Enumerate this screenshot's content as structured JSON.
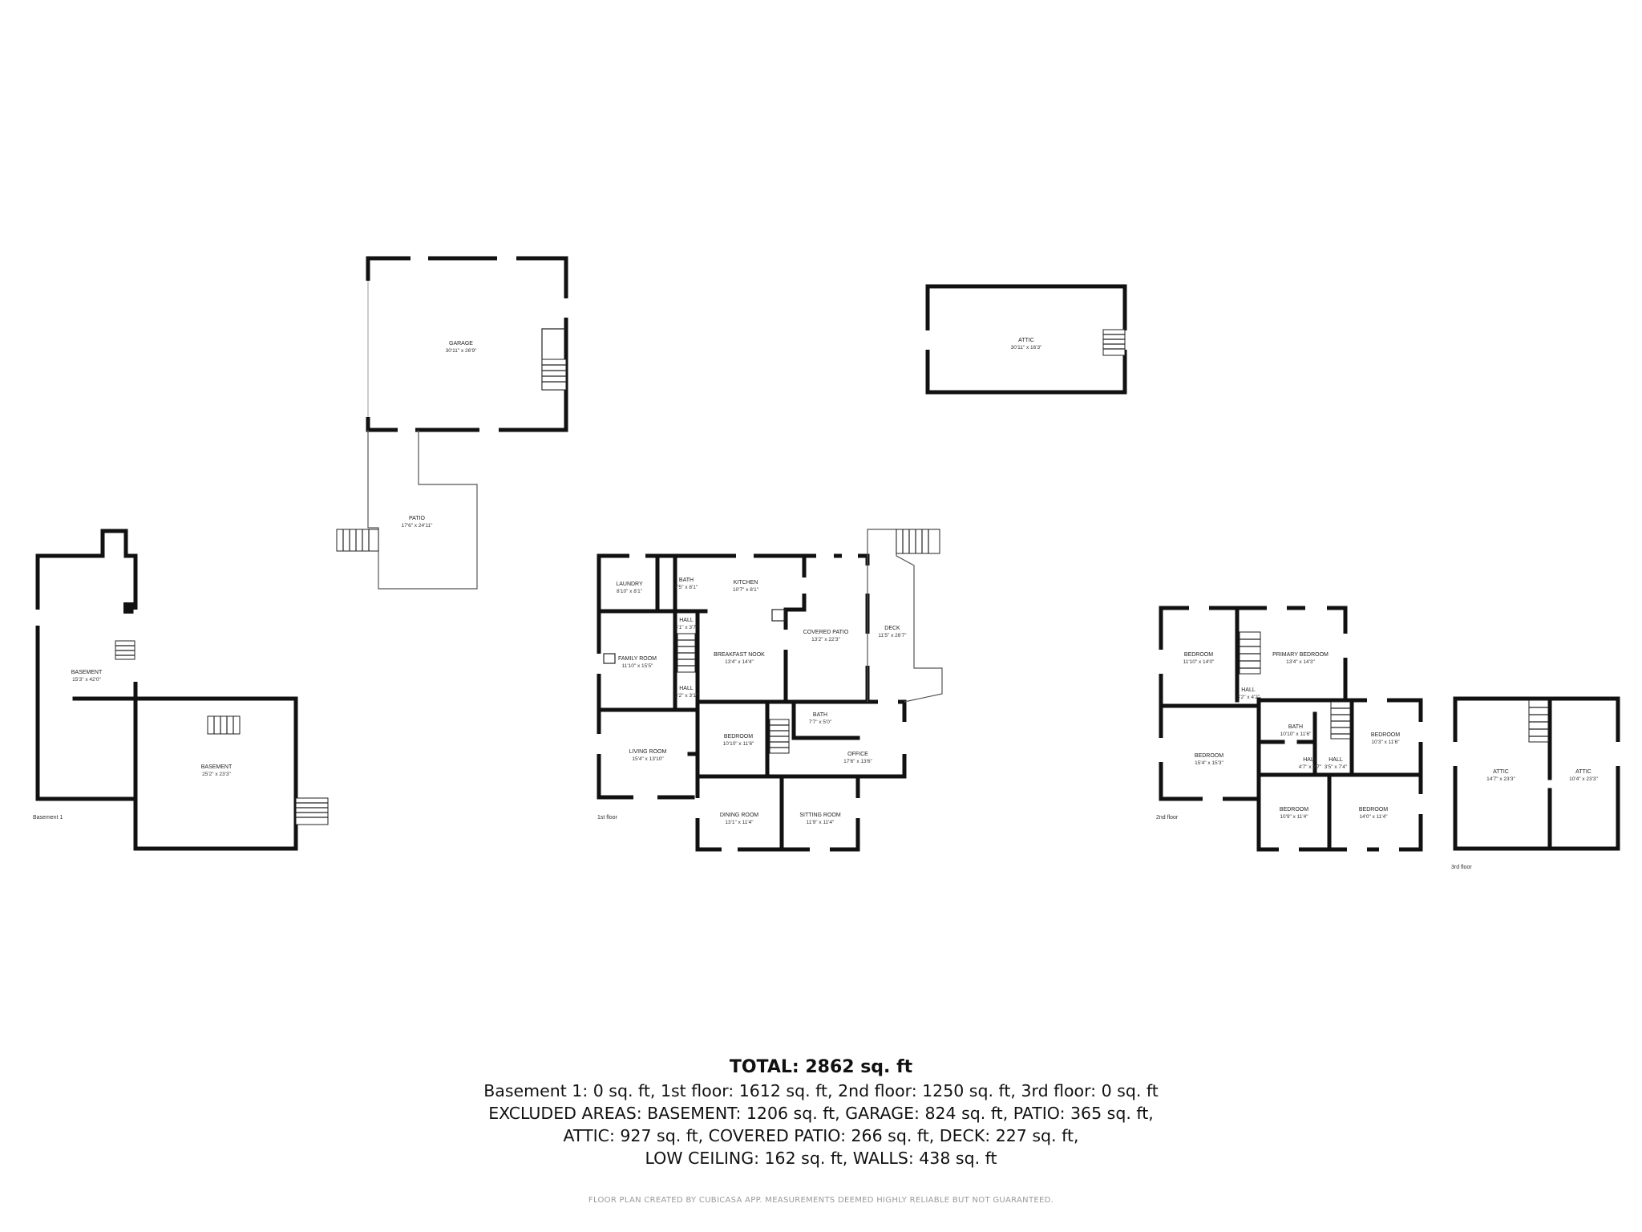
{
  "rooms": {
    "garage": {
      "name": "GARAGE",
      "dim": "30'11\" x 26'9\""
    },
    "patio": {
      "name": "PATIO",
      "dim": "17'6\" x 24'11\""
    },
    "attic_top": {
      "name": "ATTIC",
      "dim": "30'11\" x 16'3\""
    },
    "basement_left": {
      "name": "BASEMENT",
      "dim": "15'3\" x 42'0\""
    },
    "basement_right": {
      "name": "BASEMENT",
      "dim": "25'2\" x 23'3\""
    },
    "laundry": {
      "name": "LAUNDRY",
      "dim": "8'10\" x 8'1\""
    },
    "bath_1a": {
      "name": "BATH",
      "dim": "7'5\" x 8'1\""
    },
    "kitchen": {
      "name": "KITCHEN",
      "dim": "10'7\" x 8'1\""
    },
    "hall_1a": {
      "name": "HALL",
      "dim": "3'1\" x 3'7\""
    },
    "family_room": {
      "name": "FAMILY ROOM",
      "dim": "11'10\" x 15'5\""
    },
    "breakfast_nook": {
      "name": "BREAKFAST NOOK",
      "dim": "13'4\" x 14'4\""
    },
    "covered_patio": {
      "name": "COVERED PATIO",
      "dim": "13'2\" x 22'3\""
    },
    "deck": {
      "name": "DECK",
      "dim": "11'5\" x 26'7\""
    },
    "hall_1b": {
      "name": "HALL",
      "dim": "3'2\" x 3'1\""
    },
    "living_room": {
      "name": "LIVING ROOM",
      "dim": "15'4\" x 13'10\""
    },
    "bedroom_1": {
      "name": "BEDROOM",
      "dim": "10'10\" x 11'6\""
    },
    "bath_1b": {
      "name": "BATH",
      "dim": "7'7\" x 5'0\""
    },
    "office": {
      "name": "OFFICE",
      "dim": "17'6\" x 13'6\""
    },
    "dining_room": {
      "name": "DINING ROOM",
      "dim": "13'1\" x 11'4\""
    },
    "sitting_room": {
      "name": "SITTING ROOM",
      "dim": "11'9\" x 11'4\""
    },
    "bedroom_2a": {
      "name": "BEDROOM",
      "dim": "11'10\" x 14'0\""
    },
    "primary_bedroom": {
      "name": "PRIMARY BEDROOM",
      "dim": "13'4\" x 14'3\""
    },
    "hall_2a": {
      "name": "HALL",
      "dim": "3'2\" x 4'2\""
    },
    "bedroom_2b": {
      "name": "BEDROOM",
      "dim": "15'4\" x 15'3\""
    },
    "bath_2": {
      "name": "BATH",
      "dim": "10'10\" x 11'6\""
    },
    "bedroom_2c": {
      "name": "BEDROOM",
      "dim": "10'3\" x 11'6\""
    },
    "hall_2b": {
      "name": "HALL",
      "dim": "4'7\" x 3'7\""
    },
    "hall_2c": {
      "name": "HALL",
      "dim": "3'5\" x 7'4\""
    },
    "bedroom_2d": {
      "name": "BEDROOM",
      "dim": "10'9\" x 11'4\""
    },
    "bedroom_2e": {
      "name": "BEDROOM",
      "dim": "14'0\" x 11'4\""
    },
    "attic_3a": {
      "name": "ATTIC",
      "dim": "14'7\" x 23'3\""
    },
    "attic_3b": {
      "name": "ATTIC",
      "dim": "10'4\" x 23'3\""
    }
  },
  "floor_labels": {
    "basement": "Basement 1",
    "first": "1st floor",
    "second": "2nd floor",
    "third": "3rd floor"
  },
  "summary": {
    "total": "TOTAL: 2862 sq. ft",
    "line1": "Basement 1: 0 sq. ft, 1st floor: 1612 sq. ft, 2nd floor: 1250 sq. ft, 3rd floor: 0 sq. ft",
    "line2": "EXCLUDED AREAS: BASEMENT: 1206 sq. ft, GARAGE: 824 sq. ft, PATIO: 365 sq. ft,",
    "line3": "ATTIC: 927 sq. ft, COVERED PATIO: 266 sq. ft, DECK: 227 sq. ft,",
    "line4": "LOW CEILING: 162 sq. ft, WALLS: 438 sq. ft"
  },
  "footer": "FLOOR PLAN CREATED BY CUBICASA APP. MEASUREMENTS DEEMED HIGHLY RELIABLE BUT NOT GUARANTEED."
}
